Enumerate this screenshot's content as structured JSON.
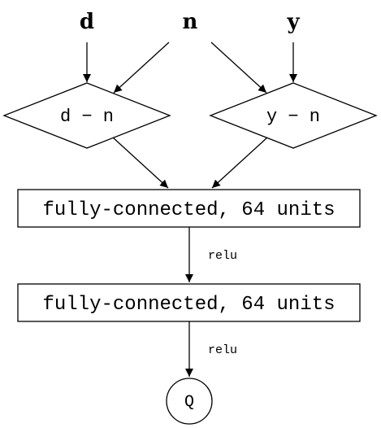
{
  "inputs": {
    "d": "d",
    "n": "n",
    "y": "y"
  },
  "diff_nodes": {
    "left": "d − n",
    "right": "y − n"
  },
  "layers": [
    {
      "label": "fully-connected, 64 units",
      "activation": "relu"
    },
    {
      "label": "fully-connected, 64 units",
      "activation": "relu"
    }
  ],
  "output": "Q"
}
